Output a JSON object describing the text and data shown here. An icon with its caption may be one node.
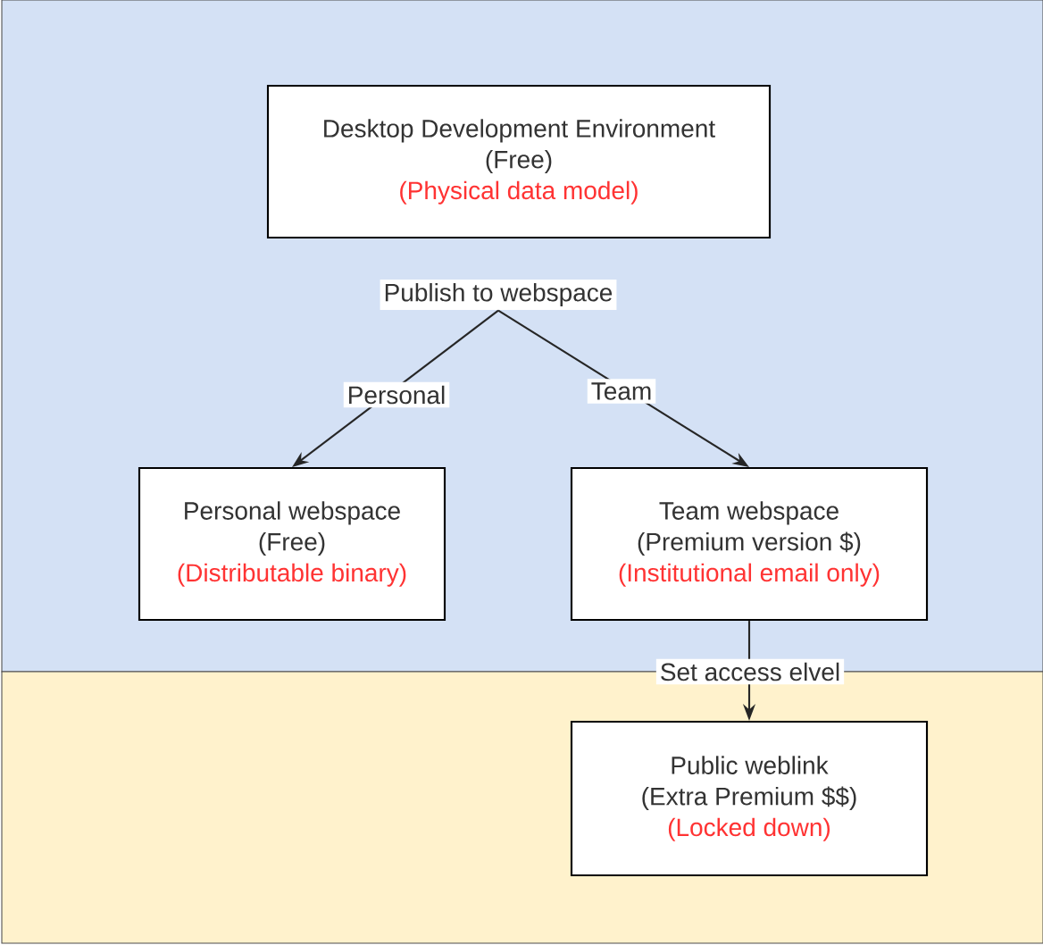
{
  "diagram": {
    "nodes": [
      {
        "text": [],
        "shape": "box"
      },
      {
        "text": [
          "Desktop Development Environment",
          "(Free)",
          "(Physical data model)"
        ],
        "in": 0
      },
      {
        "text": [
          "Publish to webspace"
        ],
        "in": 0
      },
      {
        "text": [
          "Personal webspace",
          "(Free)",
          "(Distributable binary)"
        ],
        "in": 0
      },
      {
        "text": [
          "Team webspace",
          "(Premium version $)",
          "(Institutional email only)"
        ],
        "in": 0
      },
      {
        "text": [],
        "shape": "box"
      },
      {
        "text": [
          "Public weblink",
          "(Extra Premium $$)",
          "(Locked down)"
        ],
        "in": 5
      }
    ],
    "edges": [
      {
        "from": 2,
        "to": 3,
        "arrow": "to",
        "label": "Personal"
      },
      {
        "from": 2,
        "to": 4,
        "arrow": "to",
        "label": "Team"
      },
      {
        "from": 4,
        "to": 6,
        "arrow": "to",
        "label": "Set access elvel"
      }
    ]
  }
}
